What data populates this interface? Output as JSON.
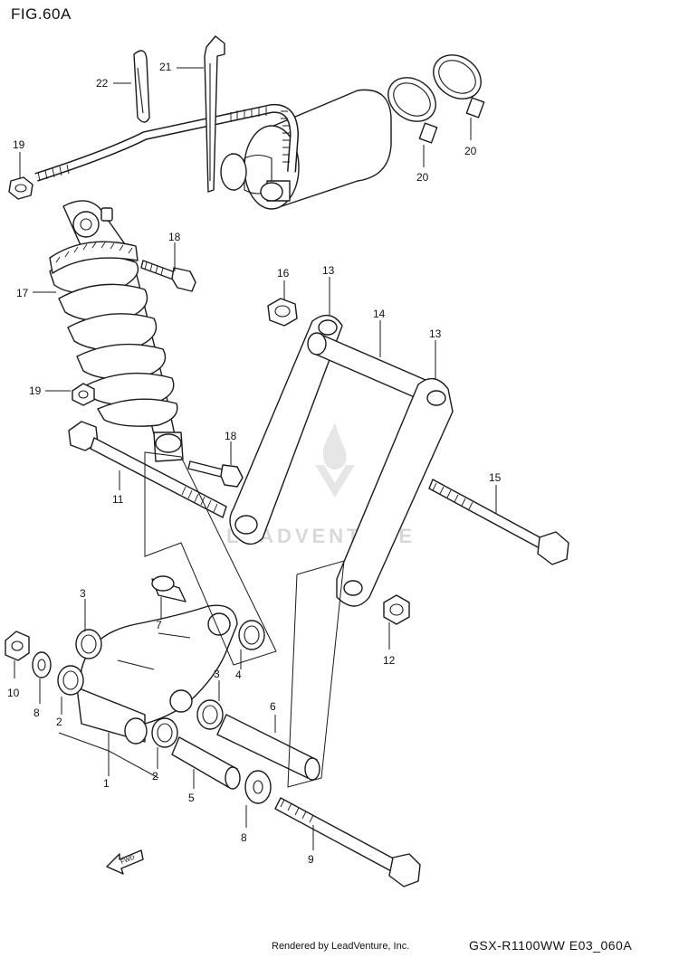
{
  "figure": {
    "label": "FIG.60A"
  },
  "callouts": [
    "22",
    "21",
    "19",
    "20",
    "20",
    "18",
    "17",
    "16",
    "13",
    "14",
    "13",
    "19",
    "18",
    "11",
    "15",
    "3",
    "7",
    "12",
    "10",
    "8",
    "2",
    "4",
    "3",
    "6",
    "1",
    "2",
    "5",
    "8",
    "9"
  ],
  "fwd_label": "FWD",
  "watermark": {
    "text": "LEADVENTURE"
  },
  "footer": {
    "credit": "Rendered by LeadVenture, Inc.",
    "code": "GSX-R1100WW  E03_060A"
  }
}
